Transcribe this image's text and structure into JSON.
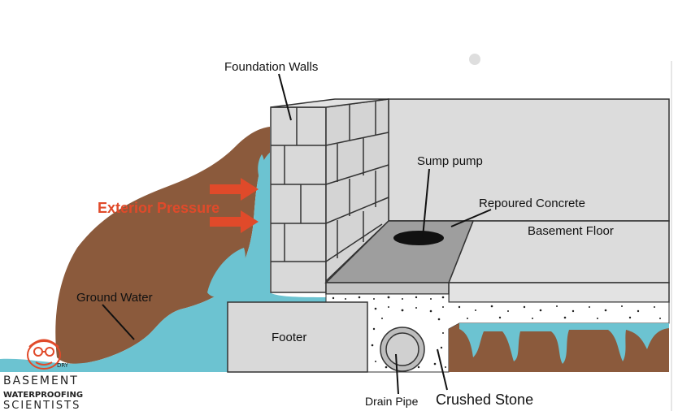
{
  "labels": {
    "foundation_walls": "Foundation Walls",
    "sump_pump": "Sump pump",
    "repoured_concrete": "Repoured Concrete",
    "basement_floor": "Basement Floor",
    "exterior_pressure": "Exterior Pressure",
    "ground_water": "Ground Water",
    "footer": "Footer",
    "drain_pipe": "Drain Pipe",
    "crushed_stone": "Crushed Stone"
  },
  "logo": {
    "line1": "BASEMENT",
    "line2": "WATERPROOFING",
    "line3": "SCIENTISTS",
    "badge": "DRY"
  },
  "colors": {
    "soil": "#8b5a3c",
    "water": "#6cc3d1",
    "block": "#d9d9d9",
    "wall_inside": "#dcdcdc",
    "slab_new": "#9e9e9e",
    "arrow": "#e04a2a"
  }
}
